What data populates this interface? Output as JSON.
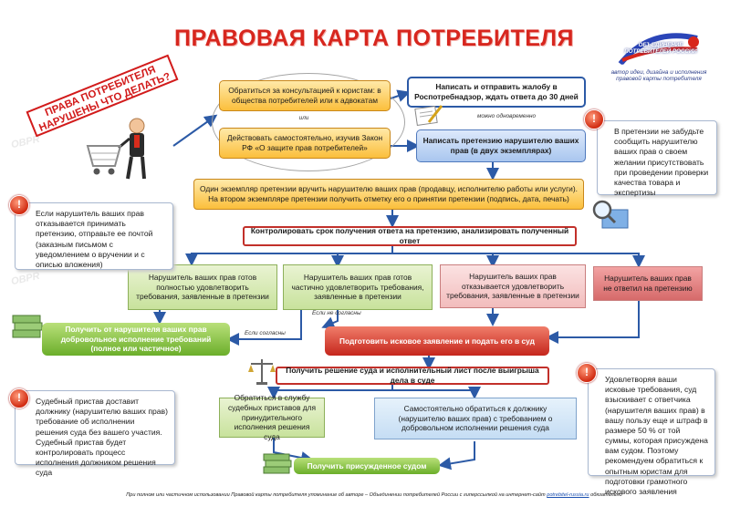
{
  "header": {
    "title": "ПРАВОВАЯ КАРТА ПОТРЕБИТЕЛЯ"
  },
  "logo": {
    "text": "ОБЪЕДИНЕНИЕ ПОТРЕБИТЕЛЕЙ РОССИИ",
    "credit": "автор идеи, дизайна и исполнения правовой карты потребителя"
  },
  "stamp": {
    "text": "ПРАВА ПОТРЕБИТЕЛЯ НАРУШЕНЫ ЧТО ДЕЛАТЬ?"
  },
  "nodes": {
    "consult": "Обратиться за консультацией к юристам: в общества потребителей или к адвокатам",
    "or_label": "или",
    "self": "Действовать самостоятельно, изучив Закон РФ «О защите прав потребителей»",
    "complaint": "Написать и отправить жалобу в Роспотребнадзор, ждать ответа до 30 дней",
    "simultaneously": "можно одновременно",
    "claim": "Написать претензию нарушителю ваших прав (в двух экземплярах)",
    "deliver": "Один экземпляр претензии вручить нарушителю ваших прав (продавцу, исполнителю работы или услуги). На втором экземпляре претензии получить отметку его о принятии претензии (подпись, дата, печать)",
    "control": "Контролировать срок получения ответа на претензию, анализировать полученный ответ",
    "full": "Нарушитель ваших прав готов полностью удовлетворить требования, заявленные в претензии",
    "partial": "Нарушитель ваших прав готов частично удовлетворить требования, заявленные в претензии",
    "refuses": "Нарушитель ваших прав отказывается удовлетворить требования, заявленные в претензии",
    "noanswer": "Нарушитель ваших прав не ответил на претензию",
    "receive": "Получить от нарушителя ваших прав добровольное исполнение требований (полное или частичное)",
    "if_agree": "Если согласны",
    "if_disagree": "Если не согласны",
    "lawsuit": "Подготовить исковое заявление и подать его в суд",
    "court": "Получить решение суда и исполнительный лист после выигрыша дела в суде",
    "bailiff": "Обратиться в службу судебных приставов для принудительного исполнения решения суда",
    "selfexec": "Самостоятельно обратиться к должнику (нарушителю ваших прав) с требованием о добровольном исполнении решения суда",
    "awarded": "Получить присужденное судом"
  },
  "notes": {
    "top_right": "В претензии не забудьте сообщить нарушителю ваших прав о своем желании присутствовать при проведении проверки качества товара и экспертизы",
    "left_mid": "Если нарушитель ваших прав отказывается принимать претензию, отправьте ее почтой (заказным письмом с уведомлением о вручении и с описью вложения)",
    "left_bottom": "Судебный пристав доставит должнику (нарушителю ваших прав) требование об исполнении решения суда без вашего участия. Судебный пристав будет контролировать процесс исполнения должником решения суда",
    "right_bottom": "Удовлетворяя ваши исковые требования, суд взыскивает с ответчика (нарушителя ваших прав) в вашу пользу еще и штраф в размере 50 % от той суммы, которая присуждена вам судом. Поэтому рекомендуем обратиться к опытным юристам для подготовки грамотного искового заявления"
  },
  "footer": {
    "text": "При полном или частичном использовании Правовой карты потребителя упоминание об авторе – Объединении потребителей России с гиперссылкой на интернет-сайт",
    "link": "potrebitel-russia.ru",
    "tail": "обязательно"
  },
  "colors": {
    "title_red": "#d7261e",
    "arrow_blue": "#2c5aa6",
    "green_action": "#6bae2a",
    "red_action": "#c5261c"
  }
}
